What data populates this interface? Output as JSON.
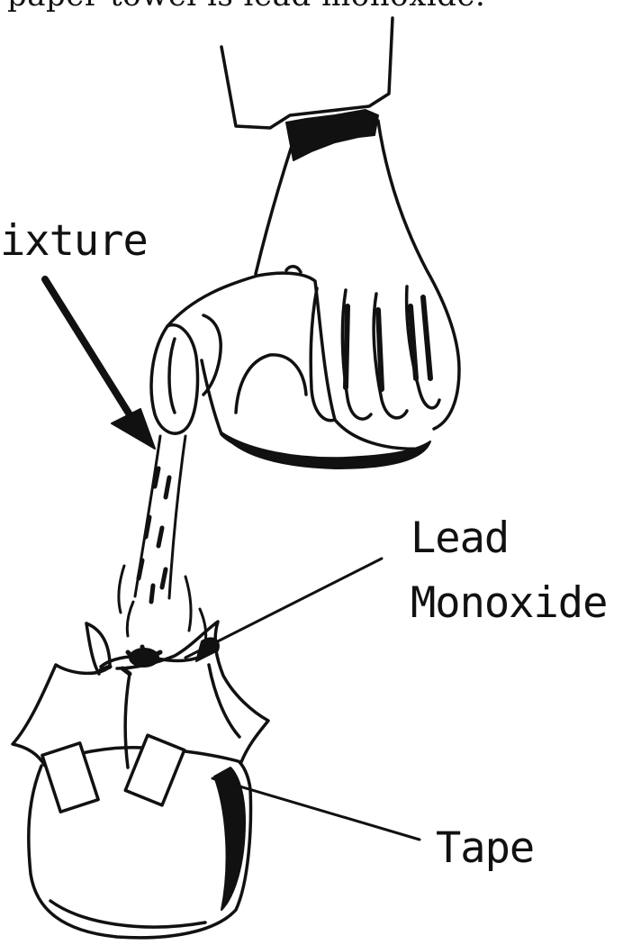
{
  "caption": {
    "text": "paper towel is lead monoxide."
  },
  "labels": {
    "mixture": "ixture",
    "lead": "Lead",
    "monoxide": "Monoxide",
    "tape": "Tape"
  },
  "colors": {
    "ink": "#111111",
    "paper": "#ffffff"
  }
}
